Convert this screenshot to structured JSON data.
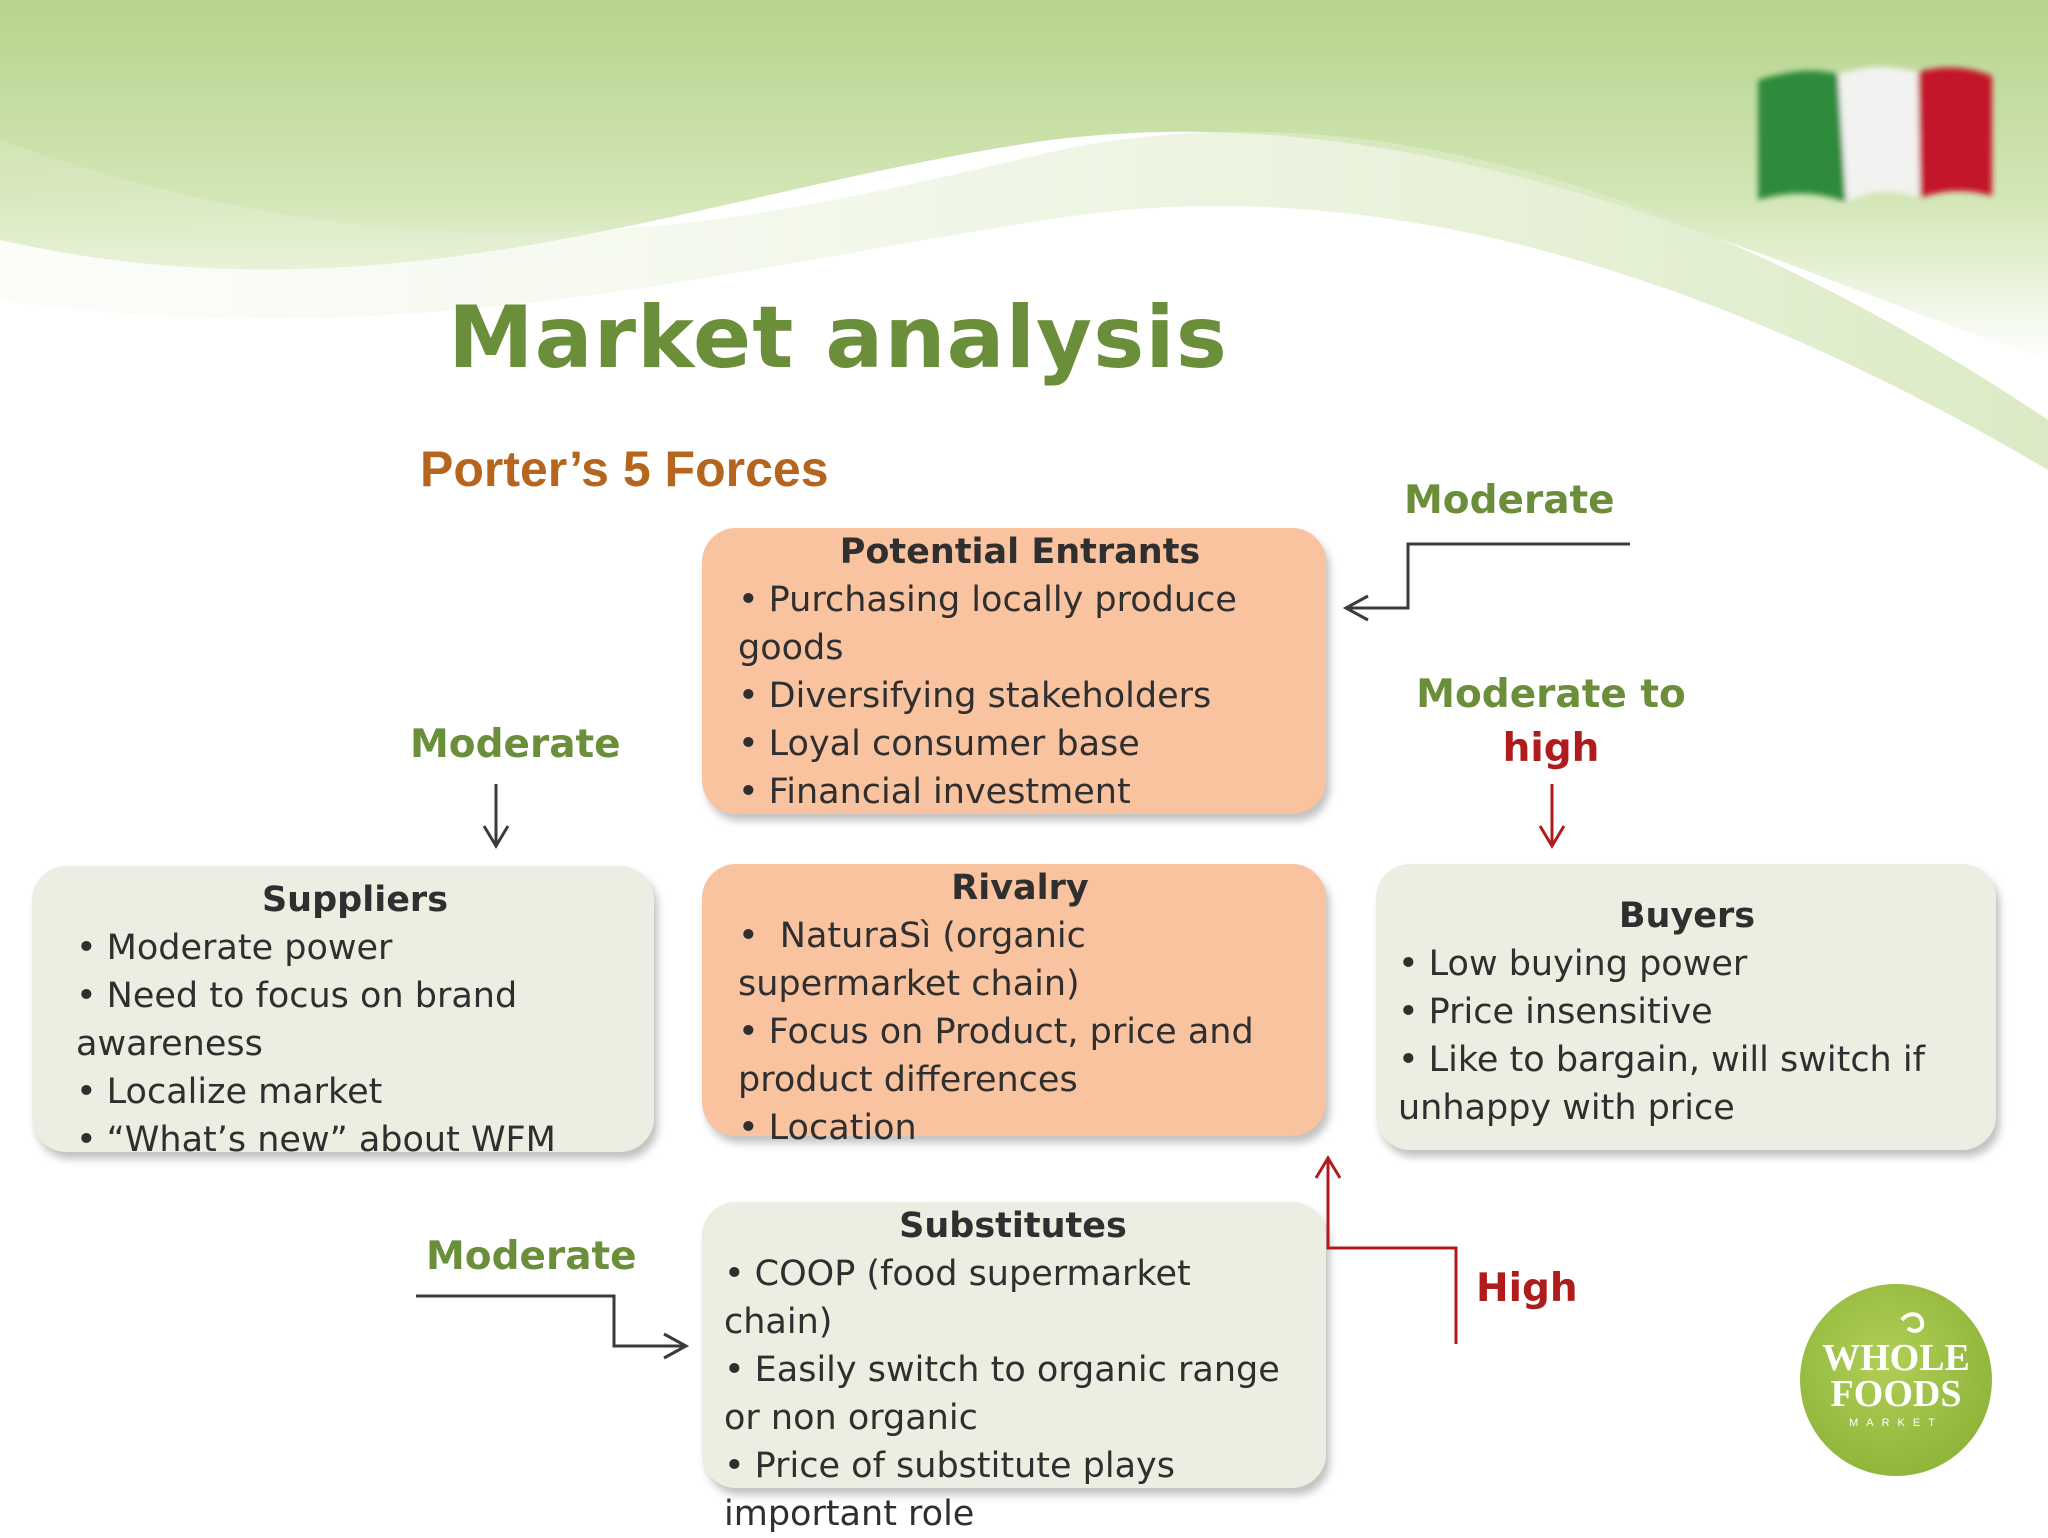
{
  "title": "Market analysis",
  "subtitle": "Porter’s 5 Forces",
  "colors": {
    "title_green": "#6b8e3a",
    "subtitle_orange": "#b5651d",
    "box_orange": "#f9c3a0",
    "box_green": "#eaefe1",
    "high_red": "#b01c1c",
    "arrow_dark": "#3a3a3a"
  },
  "boxes": {
    "potential_entrants": {
      "title": "Potential Entrants",
      "items": [
        "Purchasing locally produce goods",
        "Diversifying stakeholders",
        "Loyal consumer base",
        "Financial investment"
      ]
    },
    "suppliers": {
      "title": "Suppliers",
      "items": [
        "Moderate power",
        "Need to focus on brand awareness",
        "Localize market",
        "“What’s new” about WFM"
      ]
    },
    "rivalry": {
      "title": "Rivalry",
      "items": [
        " NaturaSì (organic supermarket chain)",
        "Focus on Product, price and product differences",
        "Location"
      ]
    },
    "buyers": {
      "title": "Buyers",
      "items": [
        "Low buying power",
        "Price  insensitive",
        "Like to bargain, will switch if unhappy with price"
      ]
    },
    "substitutes": {
      "title": "Substitutes",
      "items": [
        "COOP (food supermarket chain)",
        "Easily switch to organic range  or non organic",
        "Price of substitute  plays important role"
      ]
    }
  },
  "force_labels": {
    "entrants": "Moderate",
    "suppliers": "Moderate",
    "buyers_line1": "Moderate to",
    "buyers_line2": "high",
    "substitutes": "Moderate",
    "rivalry": "High"
  },
  "logo": {
    "line1": "WHOLE",
    "line2": "FOODS",
    "line3": "MARKET"
  },
  "icons": {
    "flag": "italian-flag-icon",
    "logo": "whole-foods-logo"
  }
}
